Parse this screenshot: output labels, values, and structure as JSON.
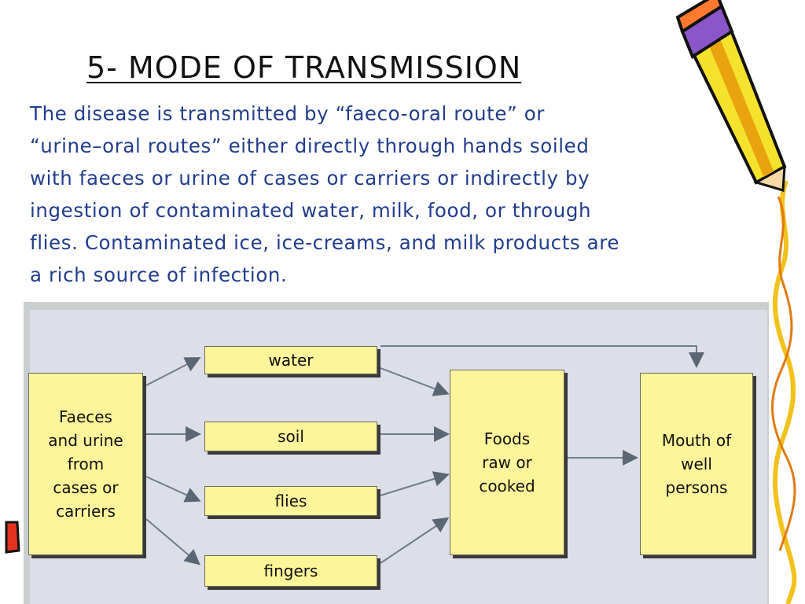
{
  "slide": {
    "title": "5- MODE OF TRANSMISSION",
    "paragraph_lines": [
      "The disease is transmitted by “faeco-oral route” or",
      "“urine–oral routes” either directly through hands soiled",
      "with faeces or urine of cases or carriers or indirectly by",
      "ingestion of contaminated water, milk, food, or through",
      "flies. Contaminated ice, ice-creams, and milk products are",
      "a rich source of infection."
    ],
    "text_color": "#223c8c"
  },
  "diagram": {
    "source_lines": [
      "Faeces",
      "and urine",
      "from",
      "cases or",
      "carriers"
    ],
    "routes": [
      "water",
      "soil",
      "flies",
      "fingers"
    ],
    "foods_lines": [
      "Foods",
      "raw or",
      "cooked"
    ],
    "mouth_lines": [
      "Mouth of",
      "well",
      "persons"
    ],
    "box_color": "#fdf59a"
  }
}
